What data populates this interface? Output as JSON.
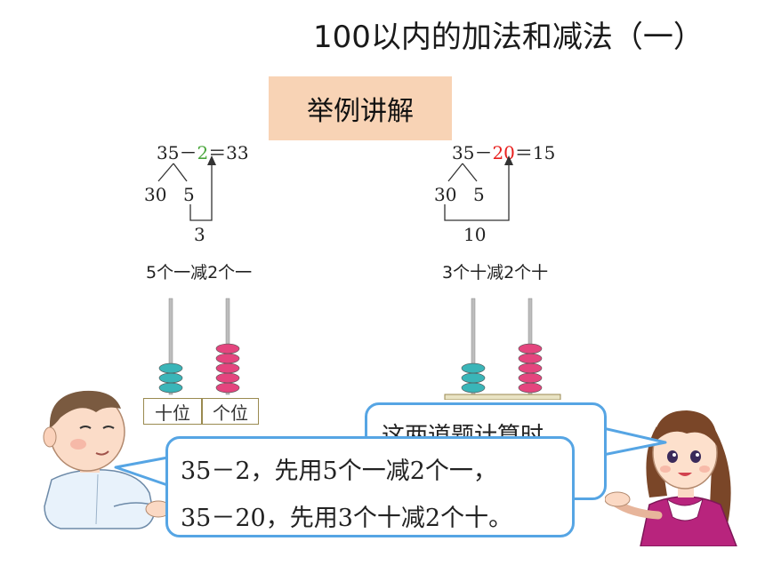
{
  "page": {
    "title": "100以内的加法和减法（一）",
    "section": "举例讲解"
  },
  "left_example": {
    "eq_part1": "35－",
    "eq_sub": "2",
    "eq_part2": "＝33",
    "split_a": "30",
    "split_b": "5",
    "partial": "3",
    "rule": "5个一减2个一",
    "tens_label": "十位",
    "ones_label": "个位",
    "tens_beads": 3,
    "ones_beads": 5
  },
  "right_example": {
    "eq_part1": "35－",
    "eq_sub": "20",
    "eq_part2": "＝15",
    "split_a": "30",
    "split_b": "5",
    "partial": "10",
    "rule": "3个十减2个十",
    "tens_beads": 3,
    "ones_beads": 5
  },
  "bubbles": {
    "girl": "这两道题计算时",
    "boy_line1": "35－2，先用5个一减2个一，",
    "boy_line2": "35－20，先用3个十减2个十。"
  },
  "colors": {
    "bead_teal": "#3ab5b8",
    "bead_pink": "#e4457e",
    "title_box": "#f8d3b5",
    "bubble_border": "#56a5e4",
    "highlight_red": "#e8201e",
    "highlight_green": "#4aa63c"
  }
}
